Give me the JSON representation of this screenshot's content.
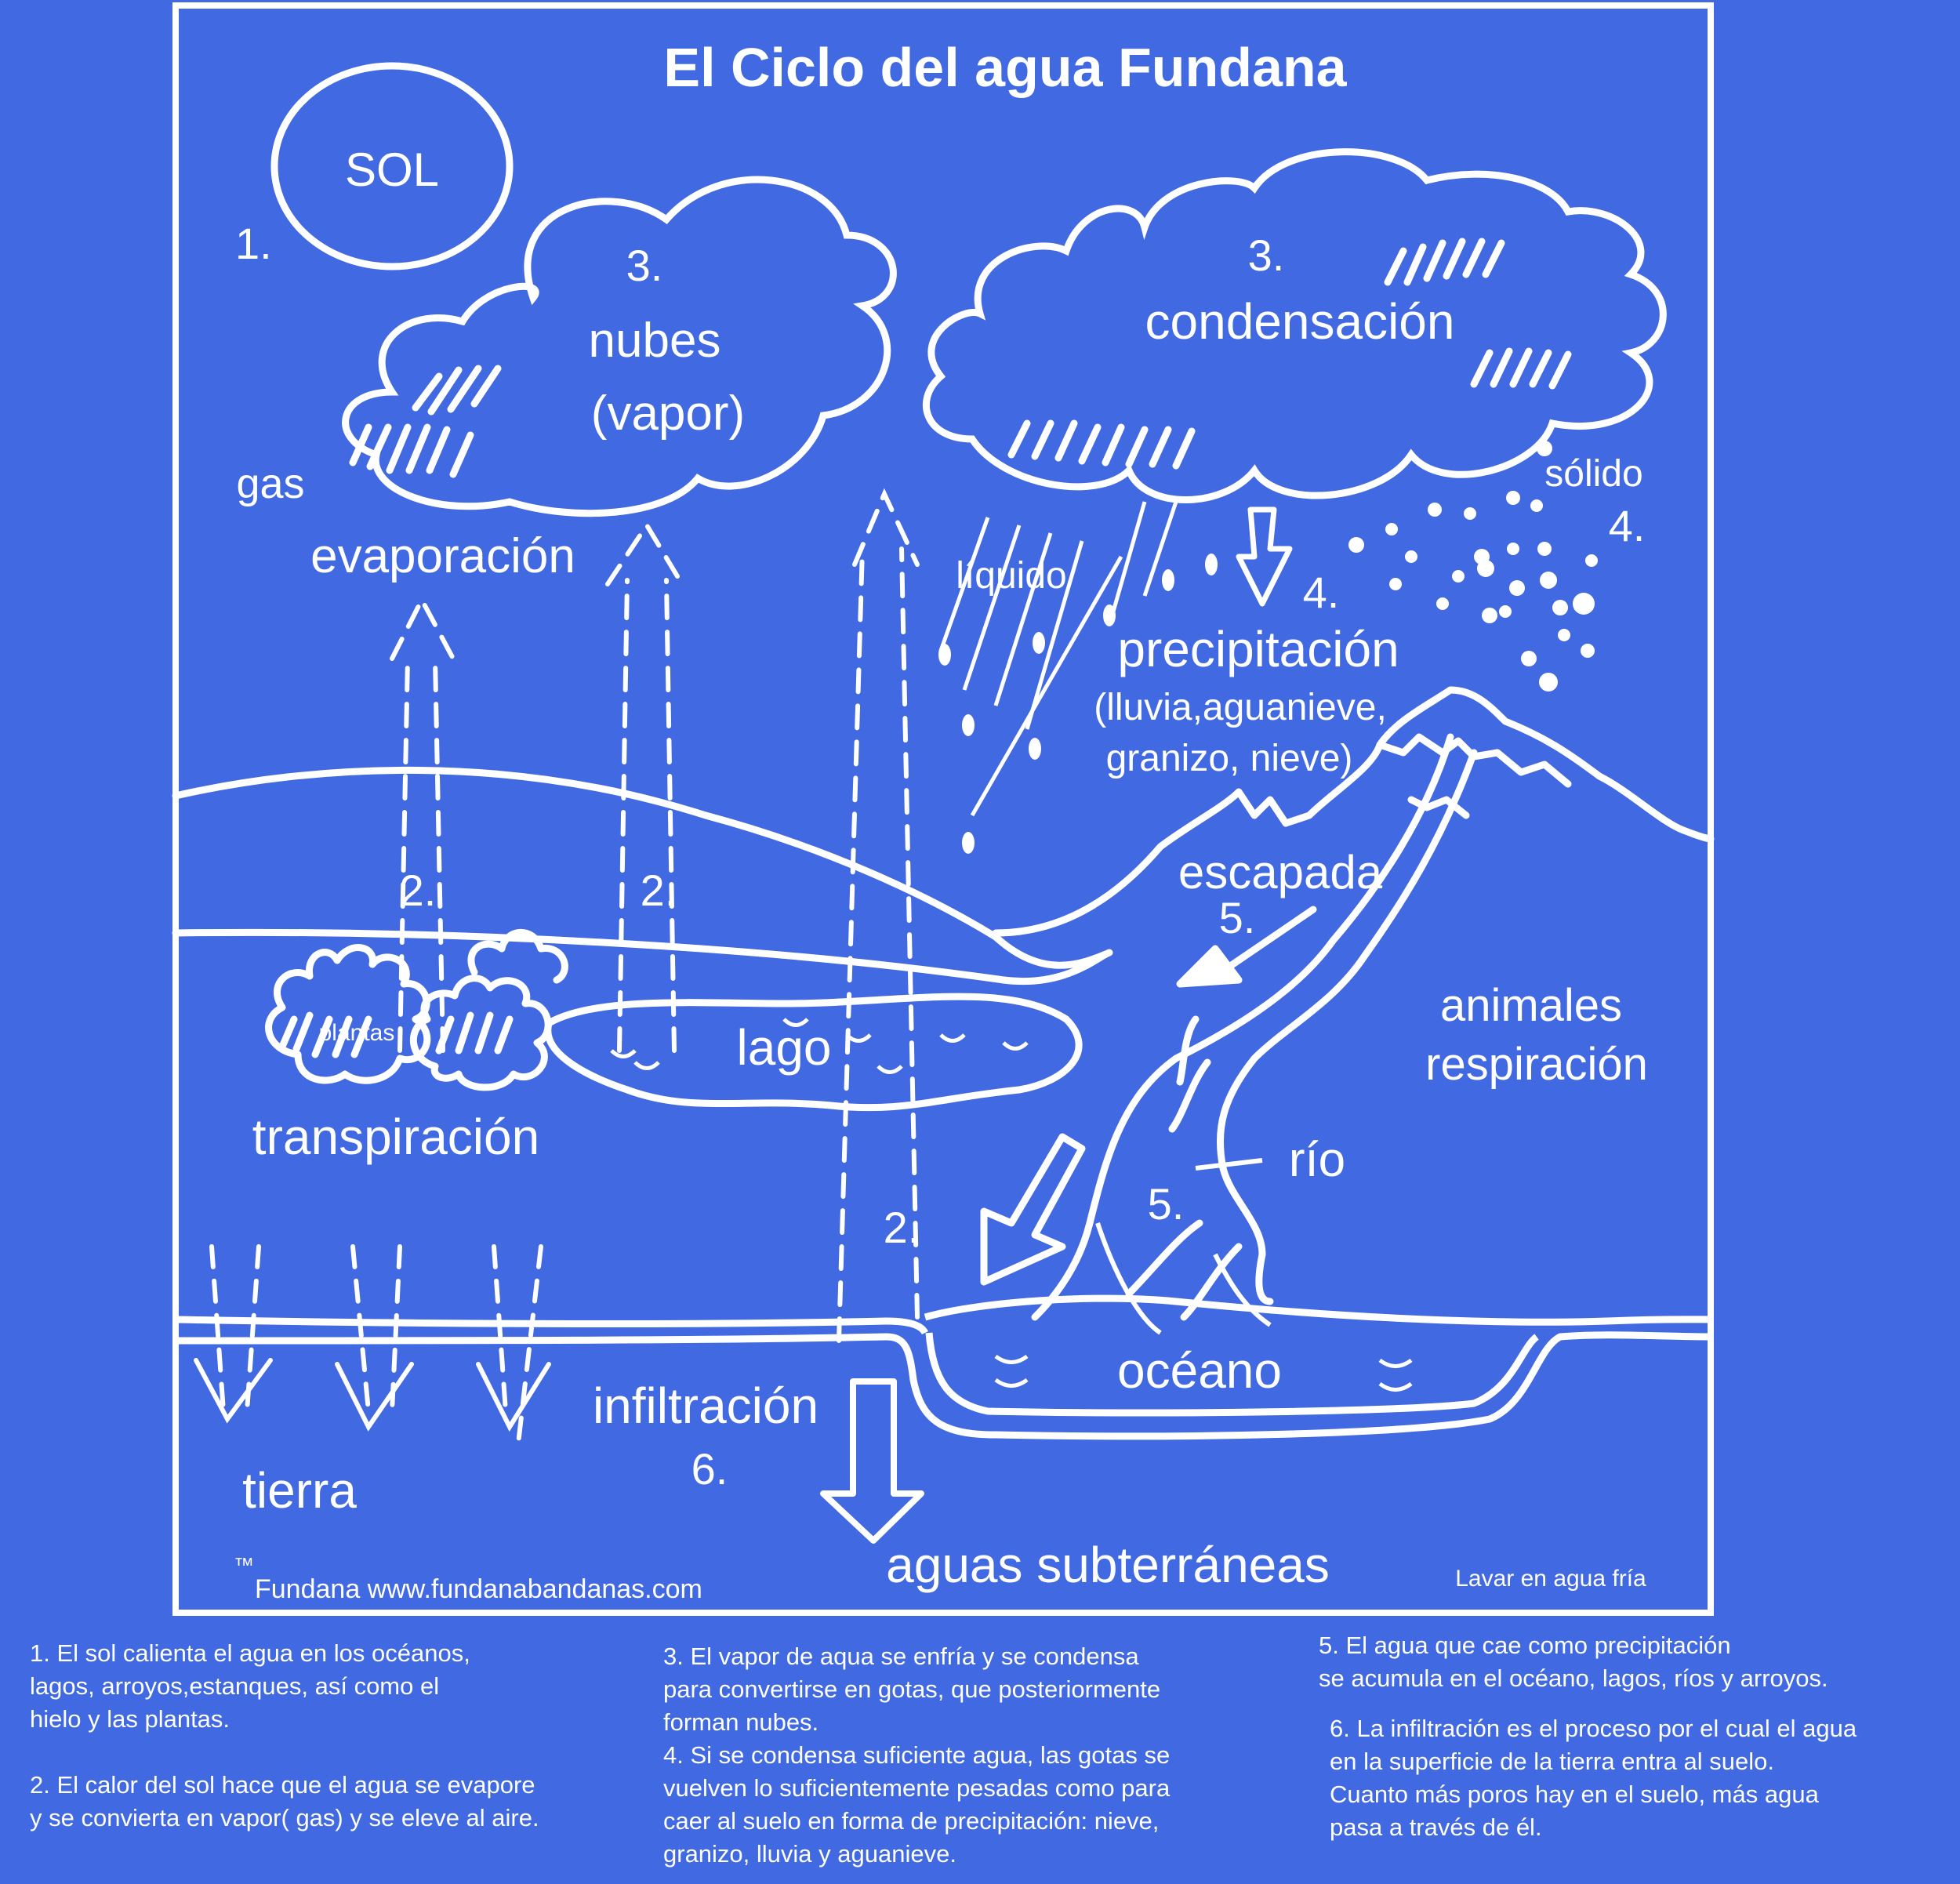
{
  "title": "El Ciclo del agua Fundana",
  "labels": {
    "sol": "SOL",
    "step_1": "1.",
    "clouds_num": "3.",
    "clouds_line1": "nubes",
    "clouds_line2": "(vapor)",
    "condensation_num": "3.",
    "condensation": "condensación",
    "gas": "gas",
    "evaporation": "evaporación",
    "liquid": "líquido",
    "precip_num": "4.",
    "precipitation": "precipitación",
    "precip_types_line1": "(lluvia,aguanieve,",
    "precip_types_line2": "granizo, nieve)",
    "solid": "sólido",
    "solid_num": "4.",
    "runoff": "escapada",
    "runoff_num": "5.",
    "evap_num_a": "2.",
    "evap_num_b": "2.",
    "evap_num_c": "2.",
    "plants": "plantas",
    "lake": "lago",
    "transpiration": "transpiración",
    "animals_line1": "animales",
    "animals_line2": "respiración",
    "river": "río",
    "river_num": "5.",
    "ocean": "océano",
    "infiltration": "infiltración",
    "infiltration_num": "6.",
    "soil": "tierra",
    "groundwater": "aguas subterráneas",
    "trademark": "™",
    "credit": "Fundana www.fundanabandanas.com",
    "wash_note": "Lavar en agua fría"
  },
  "notes": {
    "note_1": "1. El sol calienta el agua en los océanos,\nlagos, arroyos,estanques, así como el\nhielo y las plantas.",
    "note_2": "2. El calor del sol hace que el agua se evapore\ny se convierta en vapor( gas) y se eleve al aire.",
    "note_3": "3. El vapor de aqua se enfría y se condensa\npara convertirse en gotas, que posteriormente\nforman nubes.",
    "note_4": "4. Si se condensa suficiente agua, las gotas se\nvuelven lo suficientemente pesadas como para\ncaer al suelo en forma de precipitación: nieve,\ngranizo,  lluvia y aguanieve.",
    "note_5": "5. El agua que cae como precipitación\nse acumula en el océano, lagos, ríos y arroyos.",
    "note_6": "6. La infiltración es el proceso por el cual el agua\nen la superficie de la tierra entra al suelo.\nCuanto más poros hay en el suelo, más agua\npasa a través de él."
  },
  "colors": {
    "background": "#4169E1",
    "ink": "#FFFFFF"
  }
}
